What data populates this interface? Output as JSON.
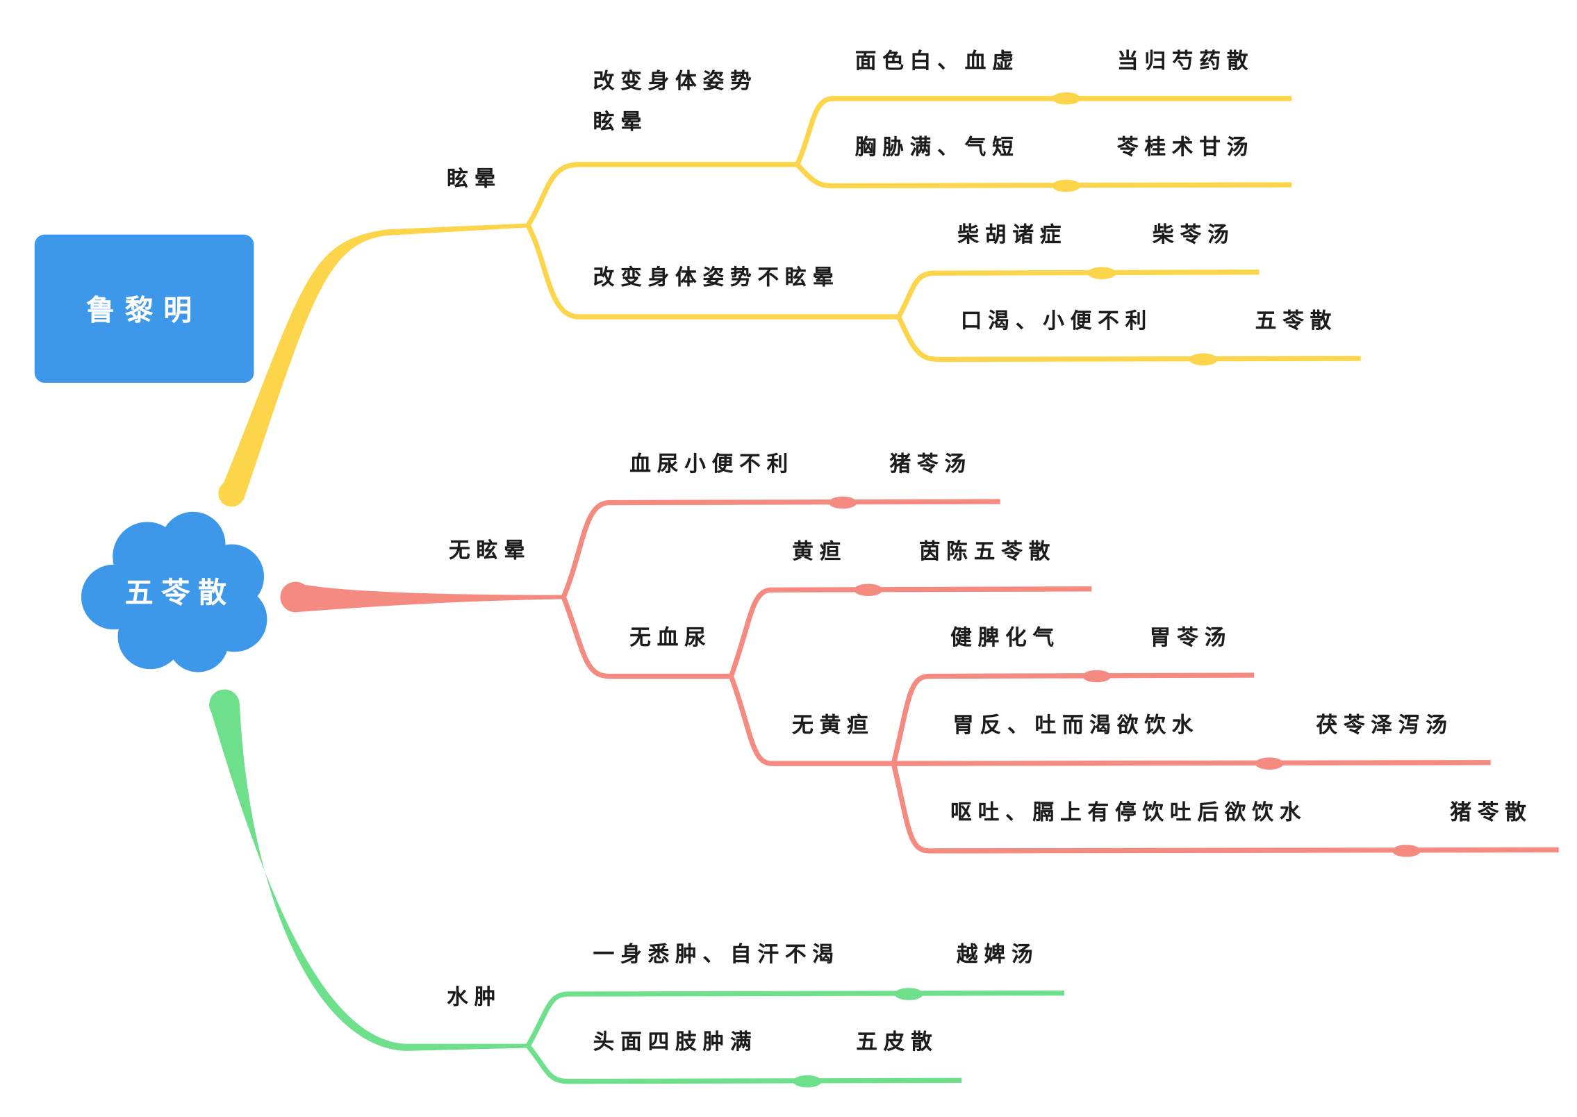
{
  "author": "鲁黎明",
  "root": "五苓散",
  "colors": {
    "author_bg": "#3d98ea",
    "root_bg": "#3d98ea",
    "branch_dizzy": "#fcd54a",
    "branch_no_dizzy": "#f58a80",
    "branch_edema": "#6ee08c"
  },
  "branches": {
    "dizzy": {
      "label": "眩晕",
      "sub1": {
        "label_line1": "改变身体姿势",
        "label_line2": "眩晕",
        "leaves": [
          {
            "label": "面色白、血虚",
            "formula": "当归芍药散"
          },
          {
            "label": "胸胁满、气短",
            "formula": "苓桂术甘汤"
          }
        ]
      },
      "sub2": {
        "label": "改变身体姿势不眩晕",
        "leaves": [
          {
            "label": "柴胡诸症",
            "formula": "柴苓汤"
          },
          {
            "label": "口渴、小便不利",
            "formula": "五苓散"
          }
        ]
      }
    },
    "no_dizzy": {
      "label": "无眩晕",
      "leaf_hematuria": {
        "label": "血尿小便不利",
        "formula": "猪苓汤"
      },
      "no_hematuria": {
        "label": "无血尿",
        "jaundice": {
          "label": "黄疸",
          "formula": "茵陈五苓散"
        },
        "no_jaundice": {
          "label": "无黄疸",
          "leaves": [
            {
              "label": "健脾化气",
              "formula": "胃苓汤"
            },
            {
              "label": "胃反、吐而渴欲饮水",
              "formula": "茯苓泽泻汤"
            },
            {
              "label": "呕吐、膈上有停饮吐后欲饮水",
              "formula": "猪苓散"
            }
          ]
        }
      }
    },
    "edema": {
      "label": "水肿",
      "leaves": [
        {
          "label": "一身悉肿、自汗不渴",
          "formula": "越婢汤"
        },
        {
          "label": "头面四肢肿满",
          "formula": "五皮散"
        }
      ]
    }
  }
}
